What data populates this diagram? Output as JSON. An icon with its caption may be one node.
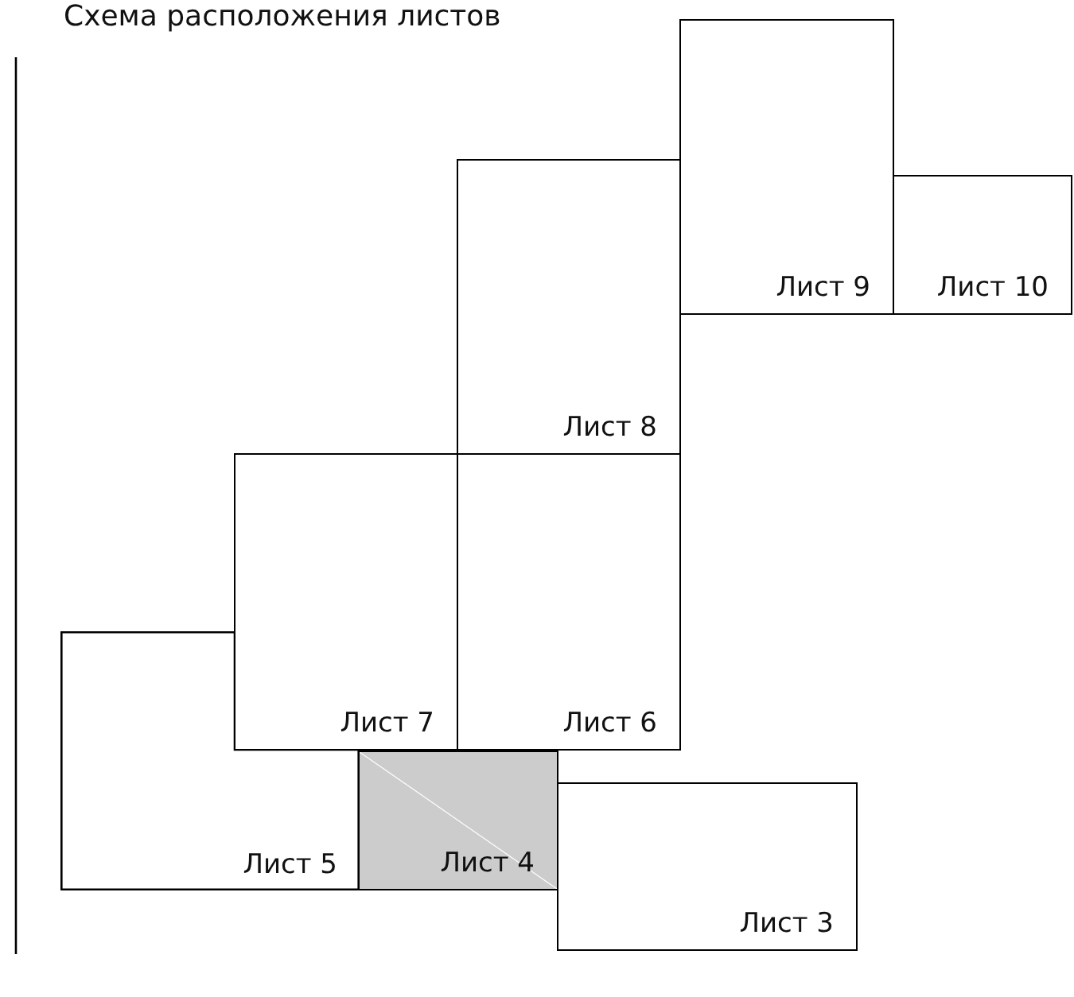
{
  "diagram": {
    "title": "Схема расположения листов",
    "nodes": [
      {
        "text": [
          "Лист 9"
        ]
      },
      {
        "text": [
          "Лист 10"
        ]
      },
      {
        "text": [
          "Лист 8"
        ]
      },
      {
        "text": [
          "Лист 7"
        ]
      },
      {
        "text": [
          "Лист 6"
        ]
      },
      {
        "text": [
          "Лист 5"
        ]
      },
      {
        "text": [
          "Лист 4"
        ]
      },
      {
        "text": [
          "Лист 3"
        ]
      }
    ]
  }
}
